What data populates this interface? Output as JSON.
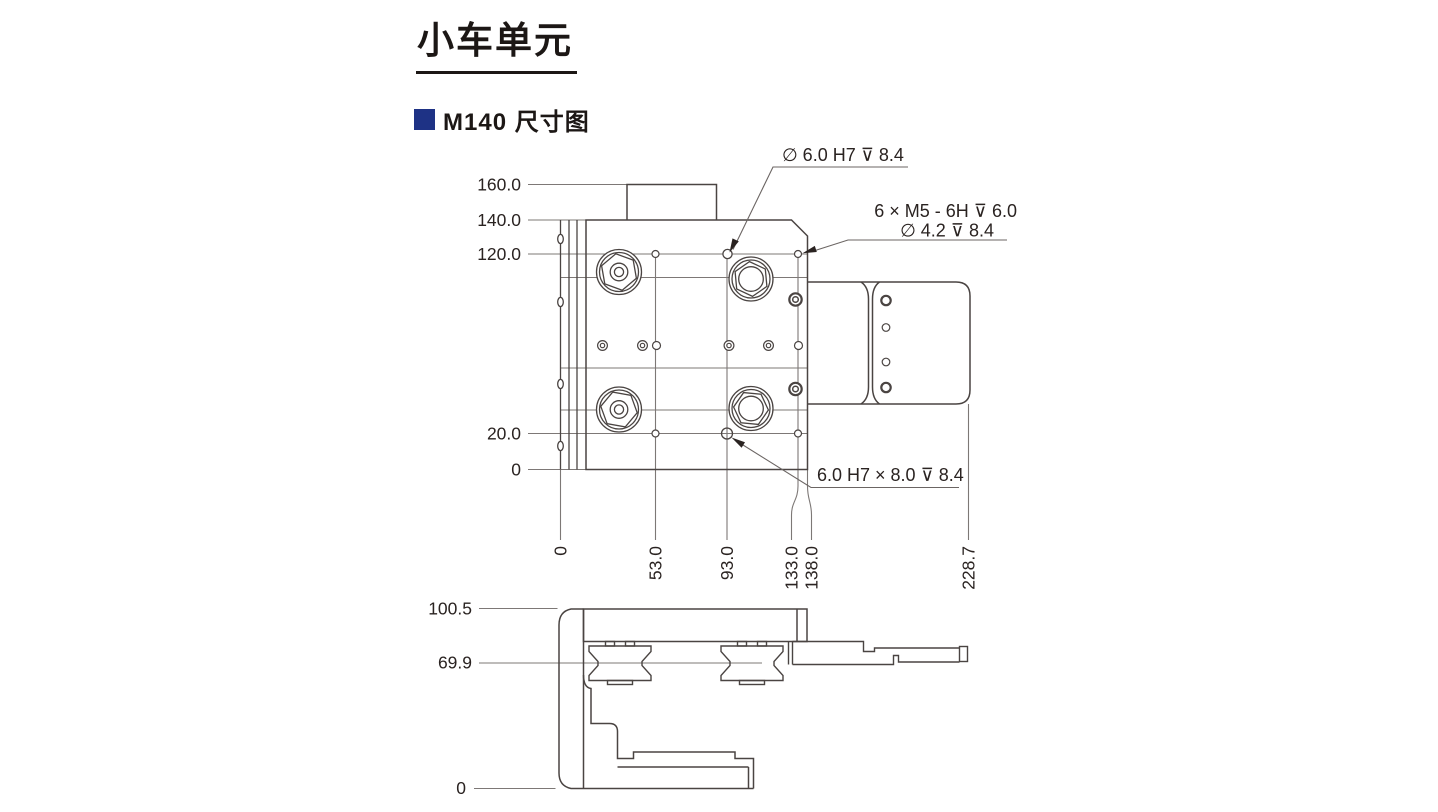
{
  "header": {
    "title": "小车单元",
    "section": {
      "label": "M140 尺寸图",
      "bullet_color": "#1e3285"
    }
  },
  "colors": {
    "accent_navy": "#1e3285",
    "outline": "#4a4442",
    "reference_line": "#837e7b",
    "text": "#2a2321"
  },
  "top_view": {
    "annotations": {
      "pin_hole": "∅ 6.0 H7 ⊽ 8.4",
      "tapped_line1": "6 × M5 - 6H ⊽ 6.0",
      "tapped_line2": "∅ 4.2 ⊽ 8.4",
      "dowel_hole": "6.0 H7 × 8.0 ⊽ 8.4"
    },
    "dims_left": [
      "160.0",
      "140.0",
      "120.0",
      "20.0",
      "0"
    ],
    "dims_bottom": [
      "0",
      "53.0",
      "93.0",
      "133.0",
      "138.0",
      "228.7"
    ]
  },
  "side_view": {
    "dims_left": [
      "100.5",
      "69.9",
      "0"
    ]
  }
}
